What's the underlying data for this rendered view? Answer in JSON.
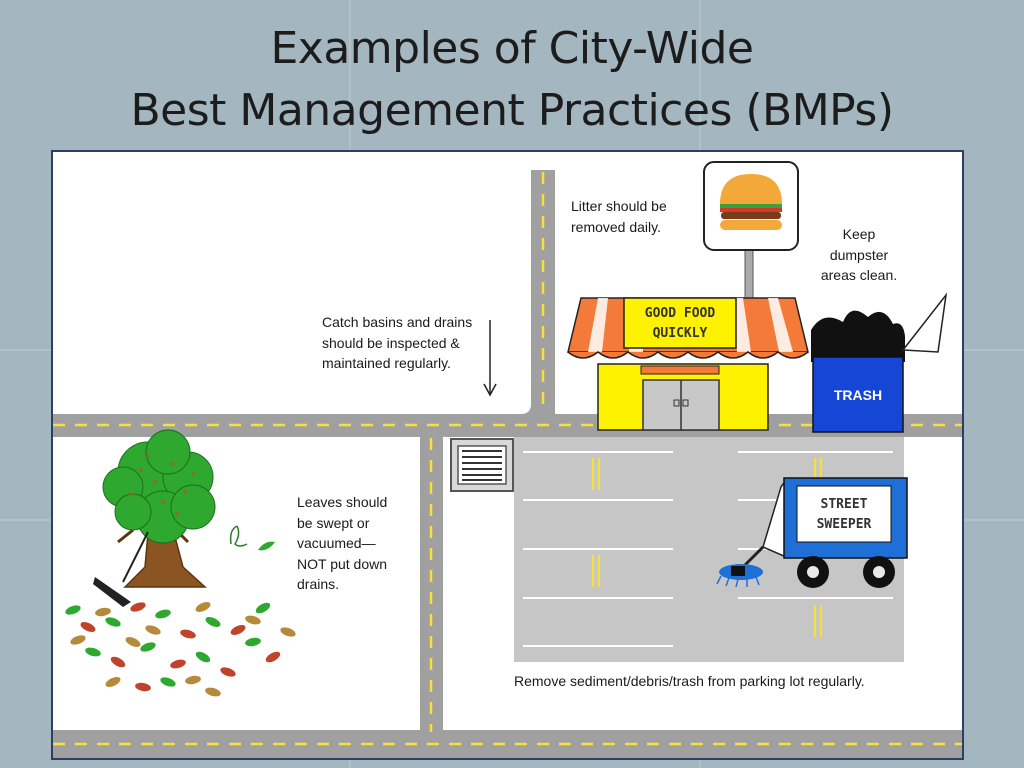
{
  "title": {
    "line1": "Examples of City-Wide",
    "line2": "Best Management Practices (BMPs)"
  },
  "labels": {
    "litter": "Litter should be removed daily.",
    "dumpster": "Keep dumpster areas clean.",
    "catch_basins": "Catch basins and drains should be inspected & maintained regularly.",
    "leaves": "Leaves should be swept or vacuumed—NOT put down drains.",
    "parking": "Remove sediment/debris/trash from parking lot regularly."
  },
  "signs": {
    "store_line1": "GOOD FOOD",
    "store_line2": "QUICKLY",
    "trash": "TRASH",
    "sweeper_line1": "STREET",
    "sweeper_line2": "SWEEPER"
  },
  "colors": {
    "road": "#a0a0a0",
    "road_stripe": "#f4e23a",
    "store_wall": "#fff200",
    "awning": "#f47a3a",
    "dumpster": "#1646d6",
    "sweeper": "#1e6fd6",
    "parking_lot": "#c6c6c6"
  }
}
